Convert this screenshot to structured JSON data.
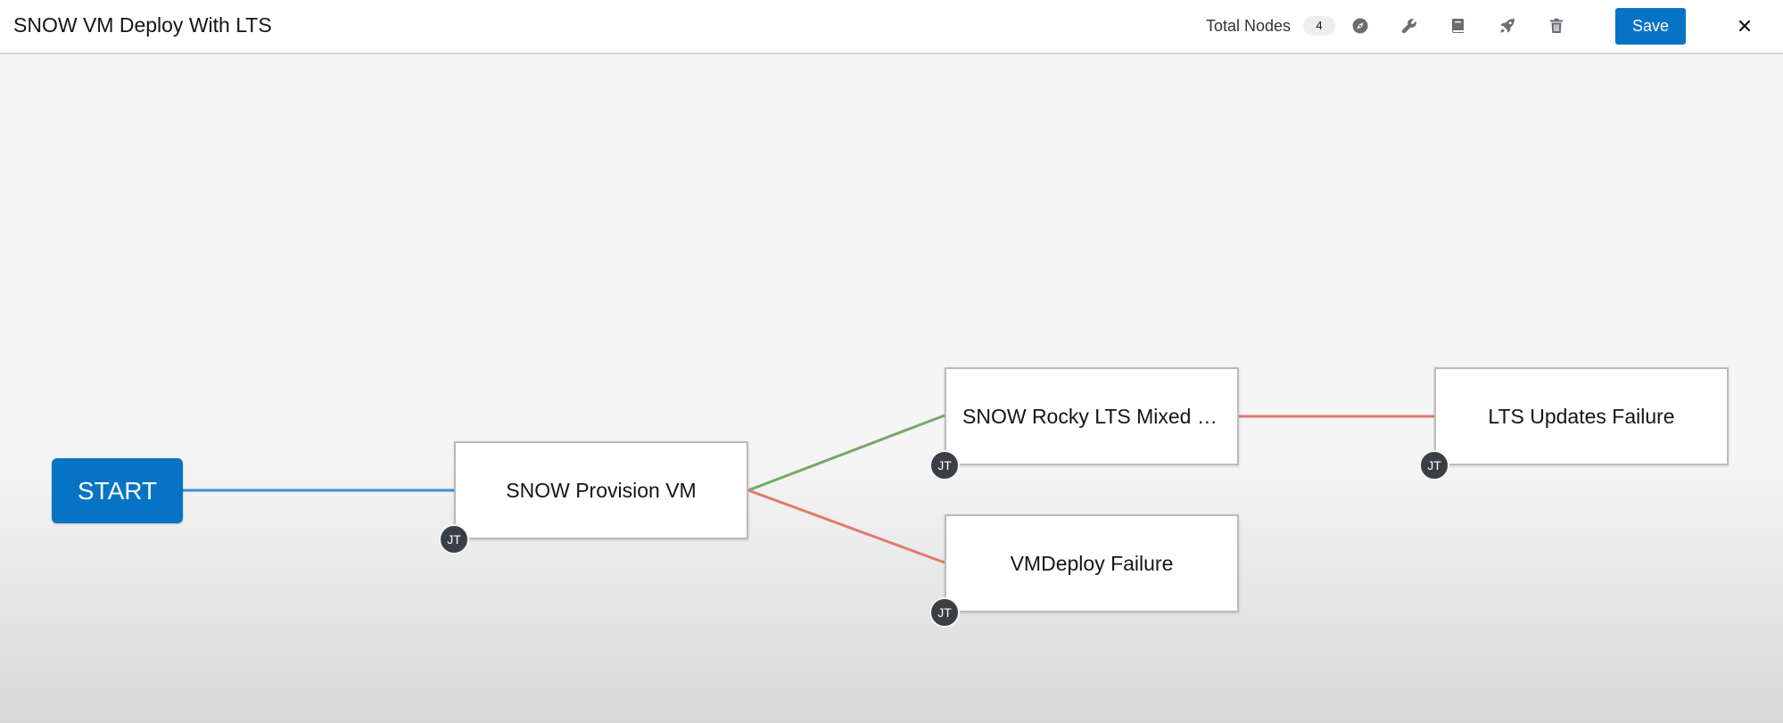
{
  "header": {
    "title": "SNOW VM Deploy With LTS",
    "total_nodes_label": "Total Nodes",
    "total_nodes_count": "4",
    "tools": [
      {
        "icon": "compass-icon",
        "tooltip": "Legend"
      },
      {
        "icon": "wrench-icon",
        "tooltip": "Tools"
      },
      {
        "icon": "book-icon",
        "tooltip": "Documentation"
      },
      {
        "icon": "rocket-icon",
        "tooltip": "Launch"
      },
      {
        "icon": "trash-icon",
        "tooltip": "Delete all nodes"
      }
    ],
    "save_label": "Save",
    "close_icon": "close-icon"
  },
  "colors": {
    "primary": "#0673c5",
    "link_always": "#3e8ed0",
    "link_success": "#74a868",
    "link_failure": "#e07a6e",
    "badge_bg": "#393f44"
  },
  "workflow": {
    "start_label": "START",
    "nodes": [
      {
        "id": "provision",
        "label": "SNOW Provision VM",
        "badge": "JT"
      },
      {
        "id": "rocky",
        "label": "SNOW Rocky LTS Mixed Workload",
        "badge": "JT"
      },
      {
        "id": "vmdeploy-failure",
        "label": "VMDeploy Failure",
        "badge": "JT"
      },
      {
        "id": "lts-failure",
        "label": "LTS Updates Failure",
        "badge": "JT"
      }
    ],
    "links": [
      {
        "from": "start",
        "to": "provision",
        "type": "always"
      },
      {
        "from": "provision",
        "to": "rocky",
        "type": "success"
      },
      {
        "from": "provision",
        "to": "vmdeploy-failure",
        "type": "failure"
      },
      {
        "from": "rocky",
        "to": "lts-failure",
        "type": "failure"
      }
    ]
  }
}
